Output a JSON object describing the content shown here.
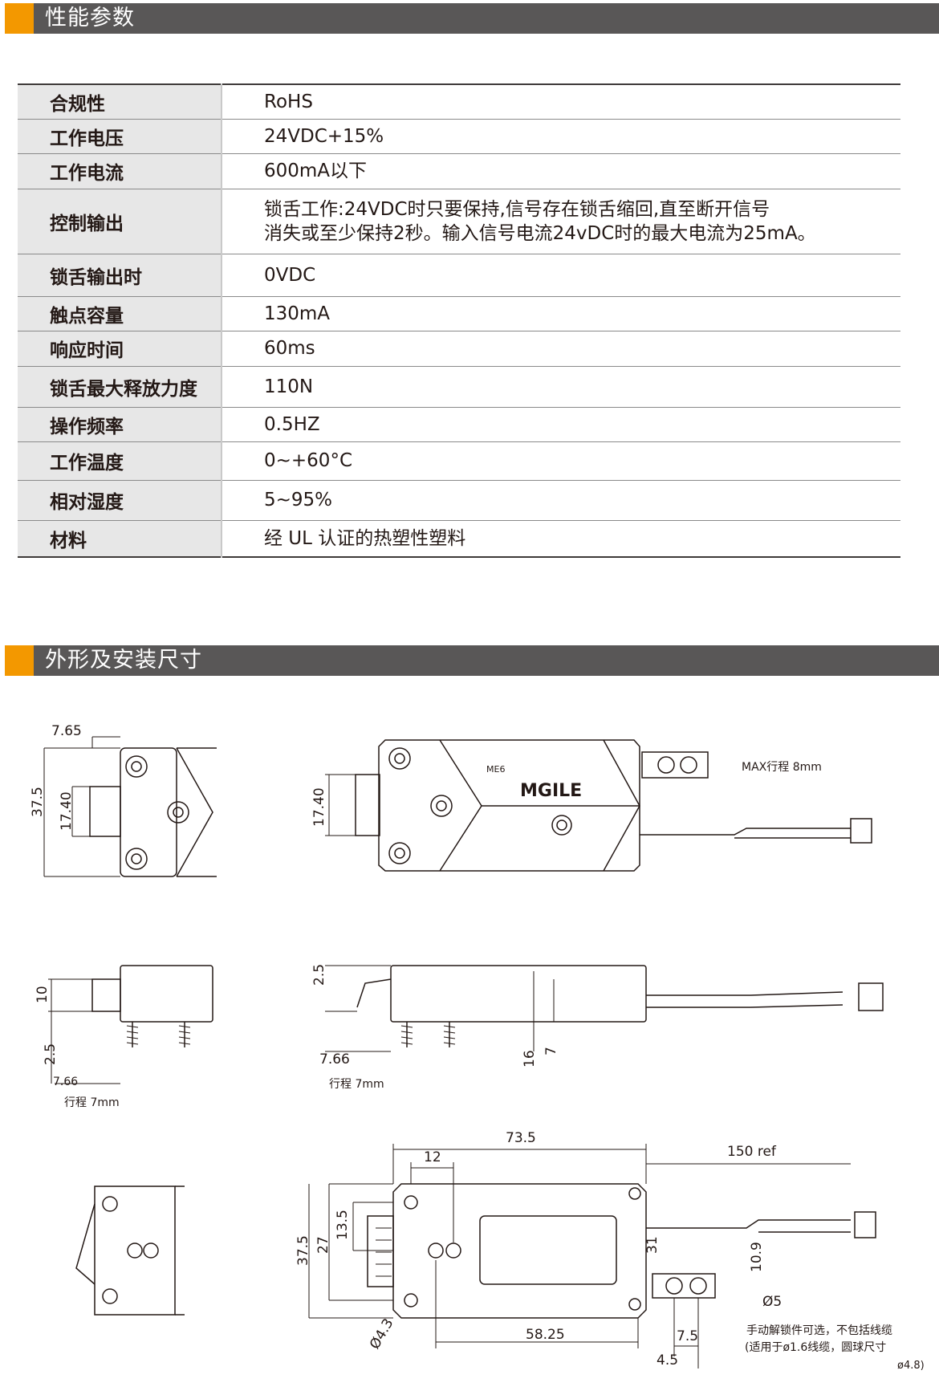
{
  "sections": {
    "performance_title": "性能参数",
    "dimensions_title": "外形及安装尺寸"
  },
  "specs": [
    {
      "key": "合规性",
      "value": "RoHS"
    },
    {
      "key": "工作电压",
      "value": "24VDC+15%"
    },
    {
      "key": "工作电流",
      "value": "600mA以下"
    },
    {
      "key": "控制输出",
      "value": "锁舌工作:24VDC时只要保持,信号存在锁舌缩回,直至断开信号",
      "value2": "消失或至少保持2秒。输入信号电流24vDC时的最大电流为25mA。"
    },
    {
      "key": "锁舌输出时",
      "value": "0VDC"
    },
    {
      "key": "触点容量",
      "value": "130mA"
    },
    {
      "key": "响应时间",
      "value": "60ms"
    },
    {
      "key": "锁舌最大释放力度",
      "value": "110N"
    },
    {
      "key": "操作频率",
      "value": "0.5HZ"
    },
    {
      "key": "工作温度",
      "value": "0~+60°C"
    },
    {
      "key": "相对湿度",
      "value": "5~95%"
    },
    {
      "key": "材料",
      "value": "经 UL 认证的热塑性塑料"
    }
  ],
  "drawing": {
    "side_view": {
      "d_765": "7.65",
      "d_375": "37.5",
      "d_1740": "17.40"
    },
    "front_view": {
      "d_1740": "17.40",
      "model_mark": "ME6",
      "brand": "MGILE",
      "max_travel": "MAX行程 8mm"
    },
    "lower_left": {
      "d_10": "10",
      "d_25": "2.5",
      "d_766": "7.66",
      "travel": "行程 7mm"
    },
    "lower_main": {
      "d_25": "2.5",
      "d_766": "7.66",
      "travel": "行程 7mm",
      "d_16": "16",
      "d_7": "7"
    },
    "bottom_view": {
      "d_735": "73.5",
      "d_12": "12",
      "d_150": "150 ref",
      "d_135": "13.5",
      "d_375": "37.5",
      "d_27": "27",
      "d_31": "31",
      "d_109": "10.9",
      "d_5": "Ø5",
      "d_43": "Ø4.3",
      "d_5825": "58.25",
      "d_75": "7.5",
      "d_45": "4.5",
      "note1": "手动解锁件可选，不包括线缆",
      "note2": "(适用于ø1.6线缆，圆球尺寸",
      "note3": "ø4.8)"
    }
  }
}
